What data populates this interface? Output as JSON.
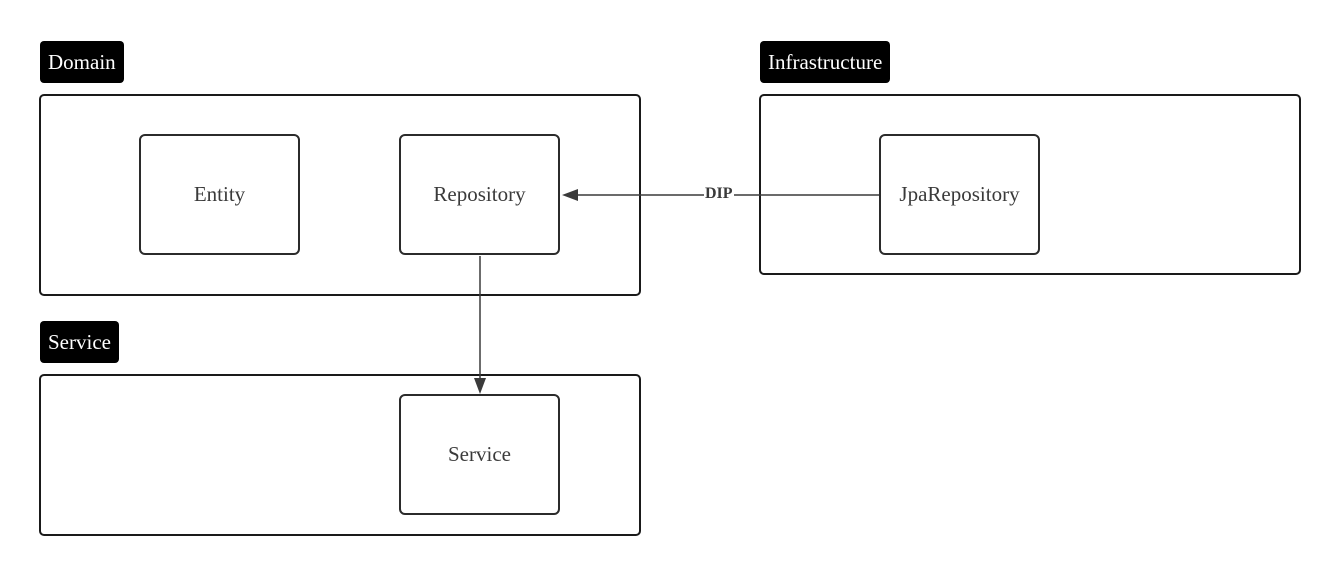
{
  "groups": {
    "domain": {
      "label": "Domain"
    },
    "infrastructure": {
      "label": "Infrastructure"
    },
    "service": {
      "label": "Service"
    }
  },
  "nodes": {
    "entity": "Entity",
    "repository": "Repository",
    "jpa_repository": "JpaRepository",
    "service": "Service"
  },
  "edges": {
    "dip_label": "DIP"
  },
  "colors": {
    "tag_background": "#000000",
    "tag_text": "#ffffff",
    "border": "#1a1a1a",
    "node_text": "#3a3a3a",
    "edge": "#3a3a3a"
  }
}
